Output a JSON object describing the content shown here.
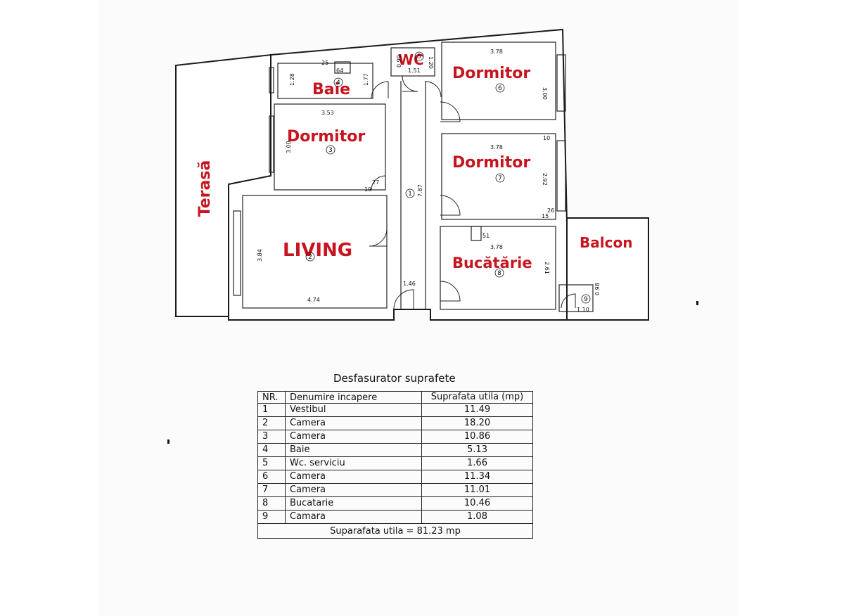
{
  "plan": {
    "rooms": {
      "terasa": "Terasă",
      "baie": "Baie",
      "wc": "WC",
      "dormitor_3": "Dormitor",
      "dormitor_6": "Dormitor",
      "dormitor_7": "Dormitor",
      "living": "LIVING",
      "bucatarie": "Bucătărie",
      "balcon": "Balcon"
    },
    "dimensions": {
      "d353": "3.53",
      "d300a": "3.00",
      "d378a": "3.78",
      "d300b": "3.00",
      "d378b": "3.78",
      "d292": "2.92",
      "d378c": "3.78",
      "d261": "2.61",
      "d384": "3.84",
      "d474": "4.74",
      "d146": "1.46",
      "d787": "7.87",
      "d128": "1.28",
      "d177": "1.77",
      "d099": "0.99",
      "d151": "1.51",
      "d120": "1.20",
      "d098": "0.98",
      "d110": "1.10",
      "s25": "25",
      "s64": "64",
      "s27": "27",
      "s19": "19",
      "s51": "51",
      "s10": "10",
      "s26": "26",
      "s15": "15"
    },
    "room_numbers": [
      "1",
      "2",
      "3",
      "4",
      "5",
      "6",
      "7",
      "8",
      "9"
    ]
  },
  "table": {
    "title": "Desfasurator suprafete",
    "headers": {
      "nr": "NR.",
      "name": "Denumire incapere",
      "area": "Suprafata utila (mp)"
    },
    "rows": [
      {
        "nr": "1",
        "name": "Vestibul",
        "area": "11.49"
      },
      {
        "nr": "2",
        "name": "Camera",
        "area": "18.20"
      },
      {
        "nr": "3",
        "name": "Camera",
        "area": "10.86"
      },
      {
        "nr": "4",
        "name": "Baie",
        "area": "5.13"
      },
      {
        "nr": "5",
        "name": "Wc. serviciu",
        "area": "1.66"
      },
      {
        "nr": "6",
        "name": "Camera",
        "area": "11.34"
      },
      {
        "nr": "7",
        "name": "Camera",
        "area": "11.01"
      },
      {
        "nr": "8",
        "name": "Bucatarie",
        "area": "10.46"
      },
      {
        "nr": "9",
        "name": "Camara",
        "area": "1.08"
      }
    ],
    "total": "Suparafata utila = 81.23 mp"
  }
}
